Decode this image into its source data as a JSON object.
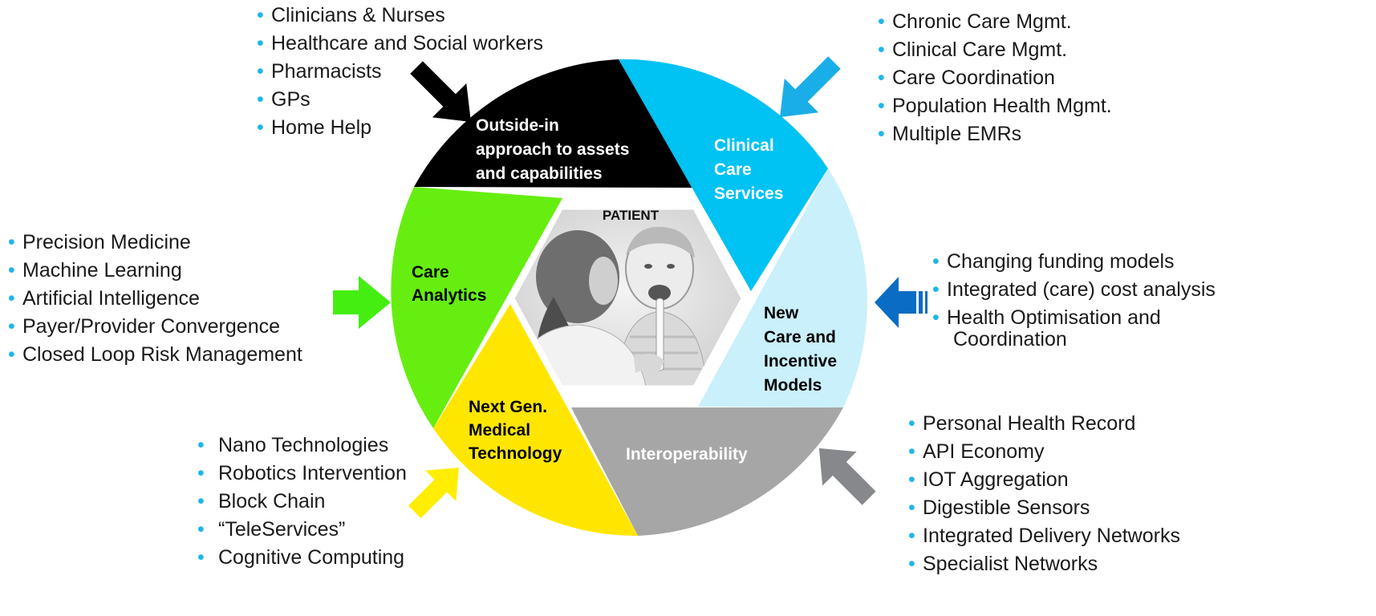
{
  "center": {
    "label": "PATIENT"
  },
  "segments": {
    "outside_in": {
      "lines": [
        "Outside-in",
        "approach to assets",
        "and capabilities"
      ],
      "color": "#000000",
      "text_color": "#ffffff"
    },
    "clinical": {
      "lines": [
        "Clinical",
        "Care",
        "Services"
      ],
      "color": "#00c2f3",
      "text_color": "#ffffff"
    },
    "new_care": {
      "lines": [
        "New",
        "Care and",
        "Incentive",
        "Models"
      ],
      "color": "#c9f0fb",
      "text_color": "#000000"
    },
    "interop": {
      "lines": [
        "Interoperability"
      ],
      "color": "#a6a6a6",
      "text_color": "#ffffff"
    },
    "nextgen": {
      "lines": [
        "Next Gen.",
        "Medical",
        "Technology"
      ],
      "color": "#ffe600",
      "text_color": "#000000"
    },
    "analytics": {
      "lines": [
        "Care",
        "Analytics"
      ],
      "color": "#66ee11",
      "text_color": "#000000"
    }
  },
  "lists": {
    "people": [
      "Clinicians & Nurses",
      "Healthcare and Social workers",
      "Pharmacists",
      "GPs",
      "Home Help"
    ],
    "clinical": [
      "Chronic Care Mgmt.",
      "Clinical Care Mgmt.",
      "Care Coordination",
      "Population Health Mgmt.",
      "Multiple EMRs"
    ],
    "analytics": [
      "Precision Medicine",
      "Machine Learning",
      "Artificial Intelligence",
      "Payer/Provider Convergence",
      "Closed Loop Risk Management"
    ],
    "funding": [
      "Changing funding models",
      "Integrated (care) cost analysis",
      "Health Optimisation and",
      "Coordination"
    ],
    "technology": [
      "Nano Technologies",
      "Robotics Intervention",
      "Block Chain",
      "“TeleServices”",
      "Cognitive Computing"
    ],
    "interop": [
      "Personal Health Record",
      "API Economy",
      "IOT Aggregation",
      "Digestible Sensors",
      "Integrated Delivery Networks",
      "Specialist Networks"
    ]
  },
  "arrows": {
    "people": "#000000",
    "clinical": "#1aaee8",
    "analytics": "#44ee11",
    "funding": "#0a6cc4",
    "technology": "#ffee00",
    "interop": "#86888c"
  },
  "bullet_color": "#1fb6ea"
}
